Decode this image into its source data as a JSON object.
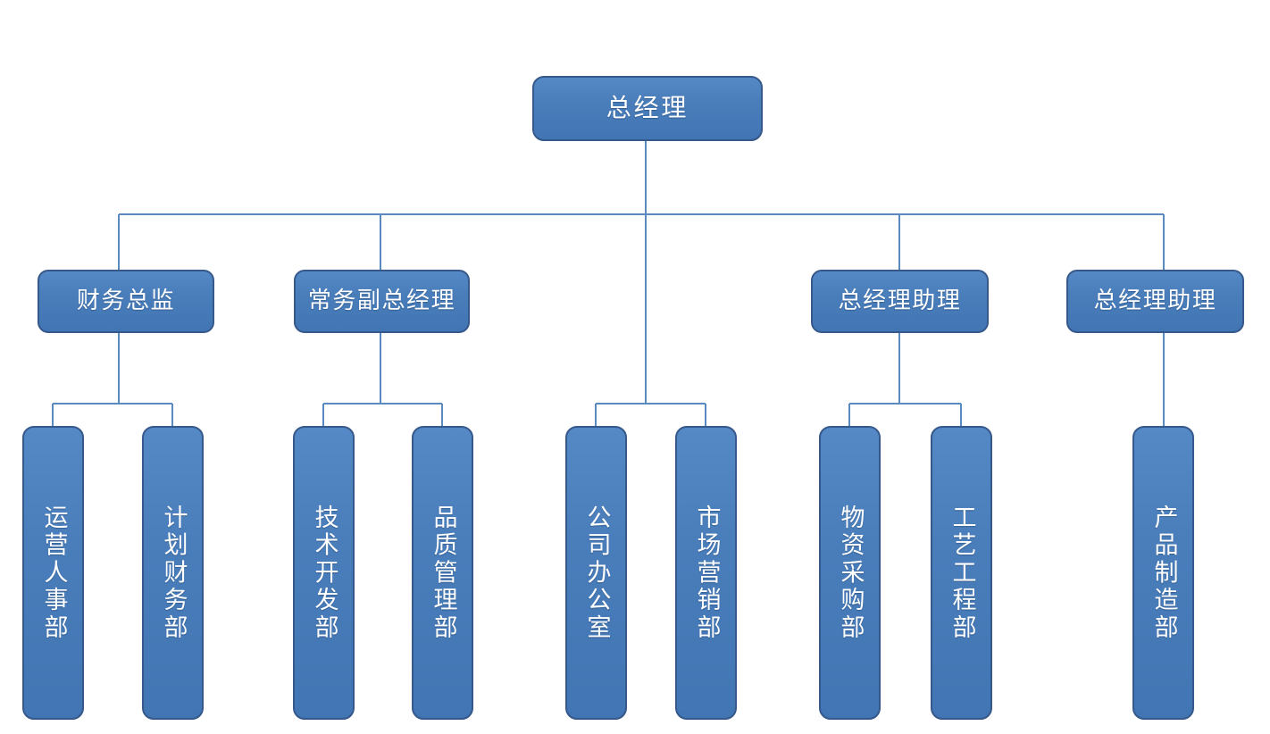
{
  "chart_data": {
    "type": "diagram",
    "diagram_kind": "organization-chart",
    "title": "",
    "orientation": "top-down",
    "levels": 3,
    "node_count": 14,
    "colors": {
      "node_fill": "#4A7EBB",
      "node_fill_light": "#5589C6",
      "node_fill_dark": "#4175B3",
      "node_border": "#36588A",
      "node_text": "#FFFFFF",
      "connector": "#5B8AC0",
      "background": "#FFFFFF"
    },
    "nodes": [
      {
        "id": "gm",
        "label": "总经理",
        "level": 1,
        "orientation": "horizontal",
        "parent": null
      },
      {
        "id": "cfo",
        "label": "财务总监",
        "level": 2,
        "orientation": "horizontal",
        "parent": "gm"
      },
      {
        "id": "deputy",
        "label": "常务副总经理",
        "level": 2,
        "orientation": "horizontal",
        "parent": "gm"
      },
      {
        "id": "asst1",
        "label": "总经理助理",
        "level": 2,
        "orientation": "horizontal",
        "parent": "gm"
      },
      {
        "id": "asst2",
        "label": "总经理助理",
        "level": 2,
        "orientation": "horizontal",
        "parent": "gm"
      },
      {
        "id": "ops_hr",
        "label": "运营人事部",
        "level": 3,
        "orientation": "vertical",
        "parent": "cfo"
      },
      {
        "id": "plan_fin",
        "label": "计划财务部",
        "level": 3,
        "orientation": "vertical",
        "parent": "cfo"
      },
      {
        "id": "tech_dev",
        "label": "技术开发部",
        "level": 3,
        "orientation": "vertical",
        "parent": "deputy"
      },
      {
        "id": "quality",
        "label": "品质管理部",
        "level": 3,
        "orientation": "vertical",
        "parent": "deputy"
      },
      {
        "id": "office",
        "label": "公司办公室",
        "level": 3,
        "orientation": "vertical",
        "parent": "gm"
      },
      {
        "id": "marketing",
        "label": "市场营销部",
        "level": 3,
        "orientation": "vertical",
        "parent": "gm"
      },
      {
        "id": "purchase",
        "label": "物资采购部",
        "level": 3,
        "orientation": "vertical",
        "parent": "asst1"
      },
      {
        "id": "process",
        "label": "工艺工程部",
        "level": 3,
        "orientation": "vertical",
        "parent": "asst1"
      },
      {
        "id": "manufact",
        "label": "产品制造部",
        "level": 3,
        "orientation": "vertical",
        "parent": "asst2"
      }
    ],
    "edges": [
      {
        "from": "gm",
        "to": "cfo"
      },
      {
        "from": "gm",
        "to": "deputy"
      },
      {
        "from": "gm",
        "to": "asst1"
      },
      {
        "from": "gm",
        "to": "asst2"
      },
      {
        "from": "cfo",
        "to": "ops_hr"
      },
      {
        "from": "cfo",
        "to": "plan_fin"
      },
      {
        "from": "deputy",
        "to": "tech_dev"
      },
      {
        "from": "deputy",
        "to": "quality"
      },
      {
        "from": "gm",
        "to": "office"
      },
      {
        "from": "gm",
        "to": "marketing"
      },
      {
        "from": "asst1",
        "to": "purchase"
      },
      {
        "from": "asst1",
        "to": "process"
      },
      {
        "from": "asst2",
        "to": "manufact"
      }
    ]
  },
  "nodes": {
    "gm": {
      "label": "总经理"
    },
    "cfo": {
      "label": "财务总监"
    },
    "deputy": {
      "label": "常务副总经理"
    },
    "asst1": {
      "label": "总经理助理"
    },
    "asst2": {
      "label": "总经理助理"
    },
    "ops_hr": {
      "label": "运营人事部"
    },
    "plan_fin": {
      "label": "计划财务部"
    },
    "tech_dev": {
      "label": "技术开发部"
    },
    "quality": {
      "label": "品质管理部"
    },
    "office": {
      "label": "公司办公室"
    },
    "marketing": {
      "label": "市场营销部"
    },
    "purchase": {
      "label": "物资采购部"
    },
    "process": {
      "label": "工艺工程部"
    },
    "manufact": {
      "label": "产品制造部"
    }
  }
}
